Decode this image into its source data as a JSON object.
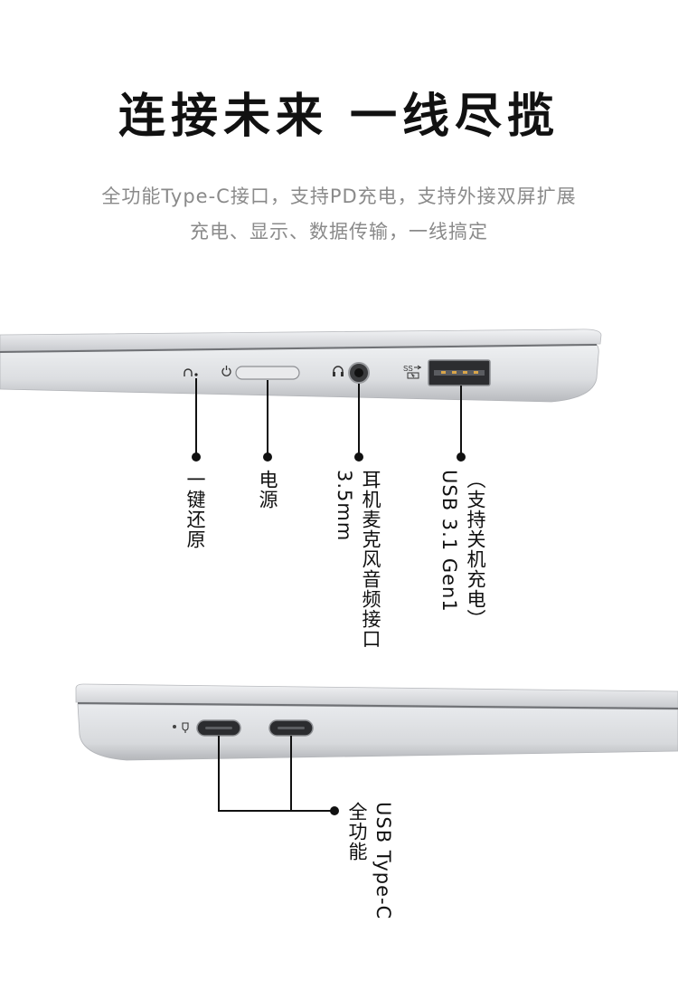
{
  "headline": "连接未来 一线尽揽",
  "subtitle": {
    "line1": "全功能Type-C接口，支持PD充电，支持外接双屏扩展",
    "line2": "充电、显示、数据传输，一线搞定"
  },
  "callouts": {
    "reset": "一键还原",
    "power": "电源",
    "audio_line1": "3.5mm",
    "audio_line2": "耳机麦克风音频接口",
    "usb_line1": "USB 3.1 Gen1",
    "usb_line2": "（支持关机充电）",
    "typec_line1": "USB Type-C",
    "typec_line2": "全功能"
  },
  "port_icons": {
    "reset": "headphone-reset-icon",
    "power": "power-icon",
    "audio": "headset-icon",
    "usb": "usb-ss-charge-icon",
    "typec": "plug-charge-icon"
  },
  "colors": {
    "headline": "#111111",
    "subtitle": "#8a8a8a",
    "chassis": "#d9dadc",
    "leader": "#111111"
  }
}
